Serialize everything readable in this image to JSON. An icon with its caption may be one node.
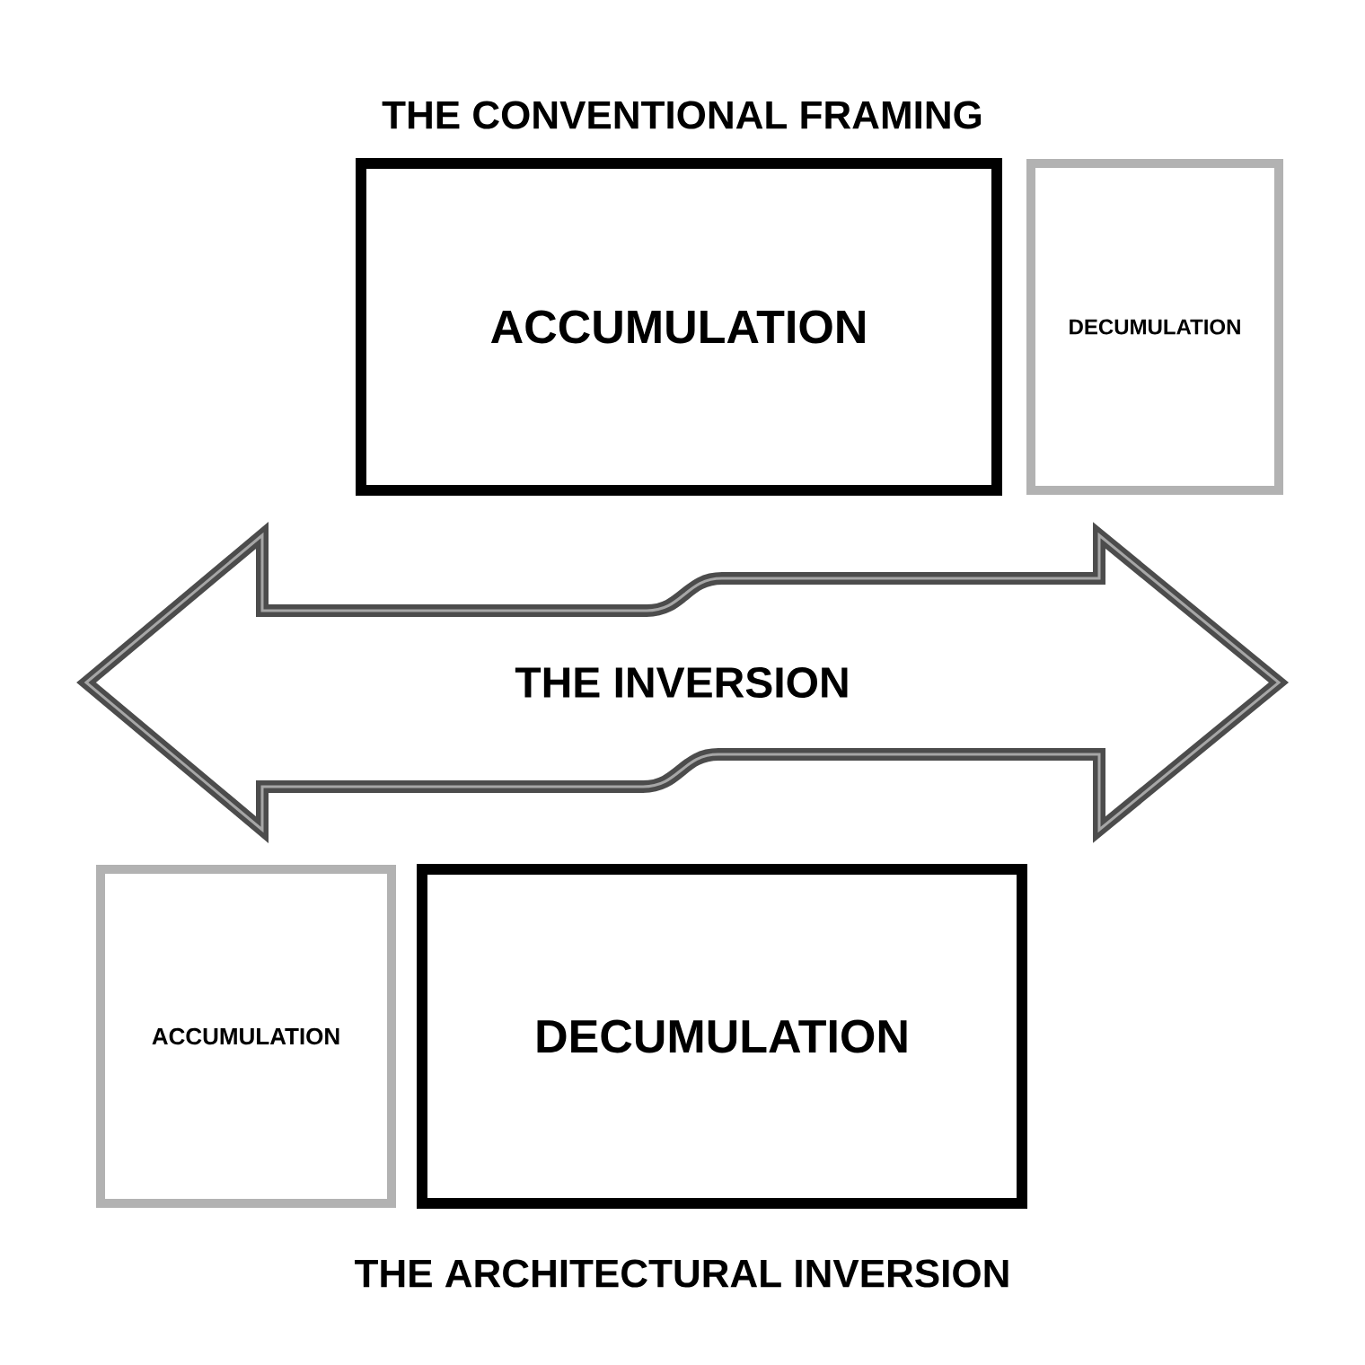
{
  "diagram": {
    "nodes": [
      {
        "text": [
          "ACCUMULATION"
        ]
      },
      {
        "text": [
          "DECUMULATION"
        ]
      },
      {
        "text": [
          "THE INVERSION"
        ]
      },
      {
        "text": [
          "ACCUMULATION"
        ]
      },
      {
        "text": [
          "DECUMULATION"
        ]
      }
    ],
    "labels": [
      "THE CONVENTIONAL FRAMING",
      "THE ARCHITECTURAL INVERSION"
    ]
  }
}
